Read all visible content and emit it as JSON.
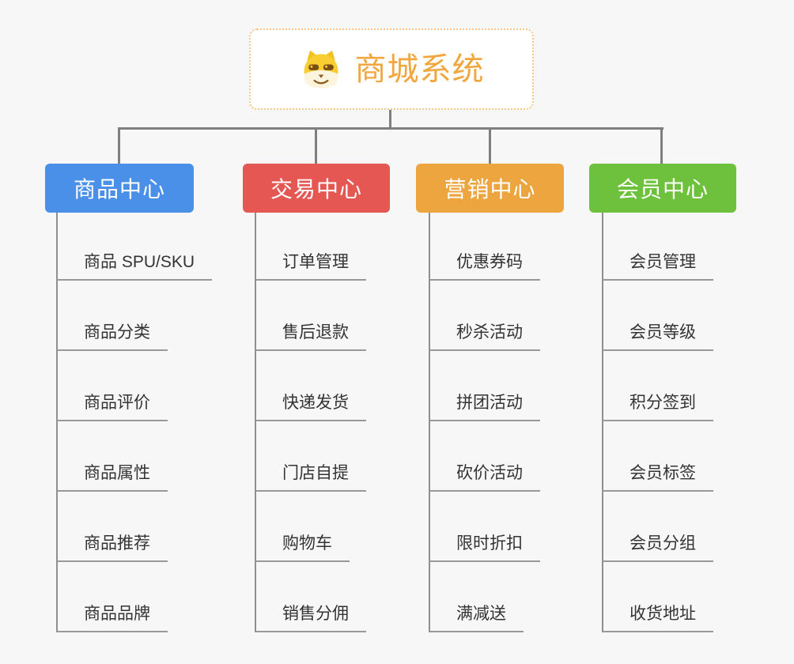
{
  "root": {
    "title": "商城系统",
    "icon": "shiba-dog-icon"
  },
  "branches": [
    {
      "id": "product-center",
      "label": "商品中心",
      "color": "#4A90E8",
      "items": [
        "商品 SPU/SKU",
        "商品分类",
        "商品评价",
        "商品属性",
        "商品推荐",
        "商品品牌"
      ]
    },
    {
      "id": "trade-center",
      "label": "交易中心",
      "color": "#E45752",
      "items": [
        "订单管理",
        "售后退款",
        "快递发货",
        "门店自提",
        "购物车",
        "销售分佣"
      ]
    },
    {
      "id": "marketing-center",
      "label": "营销中心",
      "color": "#EDA63F",
      "items": [
        "优惠券码",
        "秒杀活动",
        "拼团活动",
        "砍价活动",
        "限时折扣",
        "满减送"
      ]
    },
    {
      "id": "member-center",
      "label": "会员中心",
      "color": "#6EC13C",
      "items": [
        "会员管理",
        "会员等级",
        "积分签到",
        "会员标签",
        "会员分组",
        "收货地址"
      ]
    }
  ],
  "colors": {
    "background": "#F7F7F7",
    "root_title": "#F1A73E",
    "root_border": "#F6C788",
    "branch_text": "#FFFFFF",
    "connector": "#7F7F7F",
    "item_underline": "#999999",
    "item_text": "#333333"
  }
}
